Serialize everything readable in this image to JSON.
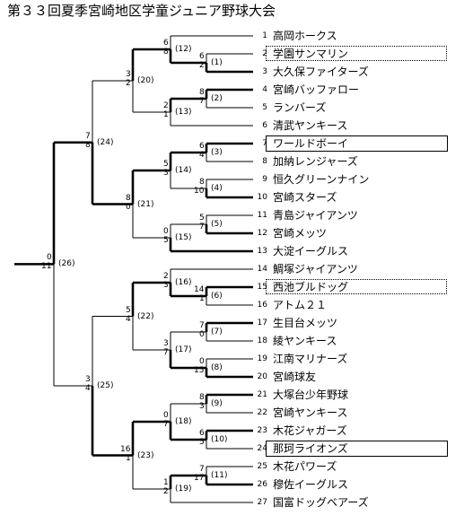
{
  "title": "第３３回夏季宮崎地区学童ジュニア野球大会",
  "teams": [
    {
      "num": "1",
      "name": "高岡ホークス"
    },
    {
      "num": "2",
      "name": "学園サンマリン",
      "box": "dotted"
    },
    {
      "num": "3",
      "name": "大久保ファイターズ"
    },
    {
      "num": "4",
      "name": "宮崎バッファロー"
    },
    {
      "num": "5",
      "name": "ランバーズ"
    },
    {
      "num": "6",
      "name": "清武ヤンキース"
    },
    {
      "num": "7",
      "name": "ワールドボーイ",
      "box": "solid"
    },
    {
      "num": "8",
      "name": "加納レンジャーズ"
    },
    {
      "num": "9",
      "name": "恒久グリーンナイン"
    },
    {
      "num": "10",
      "name": "宮崎スターズ"
    },
    {
      "num": "11",
      "name": "青島ジャイアンツ"
    },
    {
      "num": "12",
      "name": "宮崎メッツ"
    },
    {
      "num": "13",
      "name": "大淀イーグルス"
    },
    {
      "num": "14",
      "name": "鯛塚ジャイアンツ"
    },
    {
      "num": "15",
      "name": "西池ブルドッグ",
      "box": "dotted"
    },
    {
      "num": "16",
      "name": "アトム２１"
    },
    {
      "num": "17",
      "name": "生目台メッツ"
    },
    {
      "num": "18",
      "name": "綾ヤンキース"
    },
    {
      "num": "19",
      "name": "江南マリナーズ"
    },
    {
      "num": "20",
      "name": "宮崎球友"
    },
    {
      "num": "21",
      "name": "大塚台少年野球"
    },
    {
      "num": "22",
      "name": "宮崎ヤンキース"
    },
    {
      "num": "23",
      "name": "木花ジャガーズ"
    },
    {
      "num": "24",
      "name": "那珂ライオンズ",
      "box": "solid"
    },
    {
      "num": "25",
      "name": "木花パワーズ"
    },
    {
      "num": "26",
      "name": "穆佐イーグルス"
    },
    {
      "num": "27",
      "name": "国富ドッグベアーズ"
    }
  ],
  "matches": [
    {
      "id": "m1",
      "label": "(1)",
      "score_top": "6",
      "score_bottom": "2"
    },
    {
      "id": "m2",
      "label": "(2)",
      "score_top": "8",
      "score_bottom": "7"
    },
    {
      "id": "m3",
      "label": "(3)",
      "score_top": "6",
      "score_bottom": "4"
    },
    {
      "id": "m4",
      "label": "(4)",
      "score_top": "8",
      "score_bottom": "10"
    },
    {
      "id": "m5",
      "label": "(5)",
      "score_top": "5",
      "score_bottom": "7"
    },
    {
      "id": "m6",
      "label": "(6)",
      "score_top": "14",
      "score_bottom": "1"
    },
    {
      "id": "m7",
      "label": "(7)",
      "score_top": "7",
      "score_bottom": "0"
    },
    {
      "id": "m8",
      "label": "(8)",
      "score_top": "0",
      "score_bottom": "15"
    },
    {
      "id": "m9",
      "label": "(9)",
      "score_top": "8",
      "score_bottom": "3"
    },
    {
      "id": "m10",
      "label": "(10)",
      "score_top": "6",
      "score_bottom": "5"
    },
    {
      "id": "m11",
      "label": "(11)",
      "score_top": "7",
      "score_bottom": "17"
    },
    {
      "id": "m12",
      "label": "(12)",
      "score_top": "6",
      "score_bottom": "8"
    },
    {
      "id": "m13",
      "label": "(13)",
      "score_top": "2",
      "score_bottom": "1"
    },
    {
      "id": "m14",
      "label": "(14)",
      "score_top": "5",
      "score_bottom": "3"
    },
    {
      "id": "m15",
      "label": "(15)",
      "score_top": "0",
      "score_bottom": "5"
    },
    {
      "id": "m16",
      "label": "(16)",
      "score_top": "2",
      "score_bottom": "3"
    },
    {
      "id": "m17",
      "label": "(17)",
      "score_top": "3",
      "score_bottom": "7"
    },
    {
      "id": "m18",
      "label": "(18)",
      "score_top": "0",
      "score_bottom": "7"
    },
    {
      "id": "m19",
      "label": "(19)",
      "score_top": "1",
      "score_bottom": "2"
    },
    {
      "id": "m20",
      "label": "(20)",
      "score_top": "3",
      "score_bottom": "2"
    },
    {
      "id": "m21",
      "label": "(21)",
      "score_top": "8",
      "score_bottom": "0"
    },
    {
      "id": "m22",
      "label": "(22)",
      "score_top": "5",
      "score_bottom": "4"
    },
    {
      "id": "m23",
      "label": "(23)",
      "score_top": "16",
      "score_bottom": "1"
    },
    {
      "id": "m24",
      "label": "(24)",
      "score_top": "7",
      "score_bottom": "8"
    },
    {
      "id": "m25",
      "label": "(25)",
      "score_top": "3",
      "score_bottom": "4"
    },
    {
      "id": "m26",
      "label": "(26)",
      "score_top": "0",
      "score_bottom": "11"
    }
  ]
}
